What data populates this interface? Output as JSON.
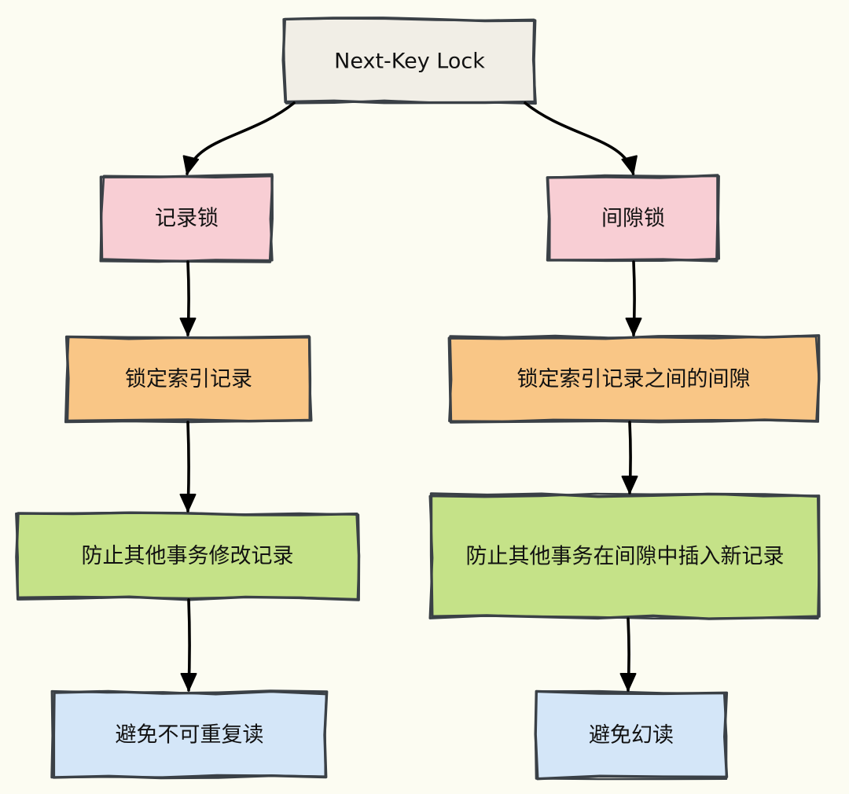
{
  "diagram": {
    "title": "Next-Key Lock",
    "colors": {
      "background": "#fcfcf2",
      "box_stroke": "#3a4046",
      "arrow": "#000000",
      "text": "#111111",
      "root_fill": "#f1eee6",
      "lock_fill": "#f8ced4",
      "action_fill": "#f9c686",
      "effect_fill": "#c5e288",
      "result_fill": "#d4e6f8"
    },
    "nodes": [
      {
        "id": "root",
        "label": "Next-Key Lock",
        "fill": "#f1eee6"
      },
      {
        "id": "record-lock",
        "label": "记录锁",
        "fill": "#f8ced4"
      },
      {
        "id": "gap-lock",
        "label": "间隙锁",
        "fill": "#f8ced4"
      },
      {
        "id": "lock-index-records",
        "label": "锁定索引记录",
        "fill": "#f9c686"
      },
      {
        "id": "lock-gaps-between-records",
        "label": "锁定索引记录之间的间隙",
        "fill": "#f9c686"
      },
      {
        "id": "prevent-modify-records",
        "label": "防止其他事务修改记录",
        "fill": "#c5e288"
      },
      {
        "id": "prevent-insert-in-gaps",
        "label": "防止其他事务在间隙中插入新记录",
        "fill": "#c5e288"
      },
      {
        "id": "avoid-non-repeatable-read",
        "label": "避免不可重复读",
        "fill": "#d4e6f8"
      },
      {
        "id": "avoid-phantom-read",
        "label": "避免幻读",
        "fill": "#d4e6f8"
      }
    ],
    "edges": [
      {
        "from": "root",
        "to": "record-lock"
      },
      {
        "from": "root",
        "to": "gap-lock"
      },
      {
        "from": "record-lock",
        "to": "lock-index-records"
      },
      {
        "from": "gap-lock",
        "to": "lock-gaps-between-records"
      },
      {
        "from": "lock-index-records",
        "to": "prevent-modify-records"
      },
      {
        "from": "lock-gaps-between-records",
        "to": "prevent-insert-in-gaps"
      },
      {
        "from": "prevent-modify-records",
        "to": "avoid-non-repeatable-read"
      },
      {
        "from": "prevent-insert-in-gaps",
        "to": "avoid-phantom-read"
      }
    ]
  }
}
